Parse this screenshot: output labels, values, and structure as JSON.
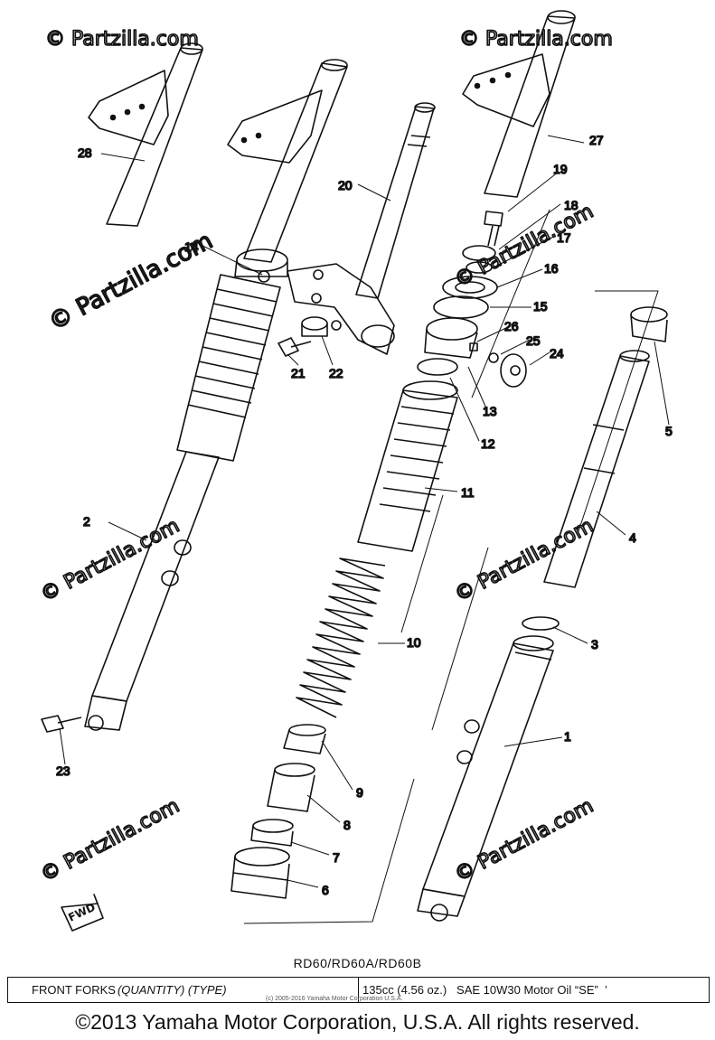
{
  "watermark": "© Partzilla.com",
  "callouts": [
    "28",
    "14",
    "20",
    "27",
    "19",
    "18",
    "17",
    "16",
    "15",
    "26",
    "25",
    "24",
    "21",
    "22",
    "13",
    "12",
    "5",
    "11",
    "2",
    "4",
    "3",
    "10",
    "1",
    "23",
    "9",
    "8",
    "7",
    "6"
  ],
  "fwd_label": "FWD",
  "model": "RD60/RD60A/RD60B",
  "spec": {
    "label": "FRONT FORKS",
    "qualifiers": "(QUANTITY) (TYPE)",
    "value": "135cc (4.56 oz.)   SAE 10W30 Motor Oil “SE”  ’"
  },
  "copyright_small": "(c) 2005-2016 Yamaha Motor Corporation U.S.A.",
  "copyright": "©2013 Yamaha Motor Corporation, U.S.A. All rights reserved."
}
